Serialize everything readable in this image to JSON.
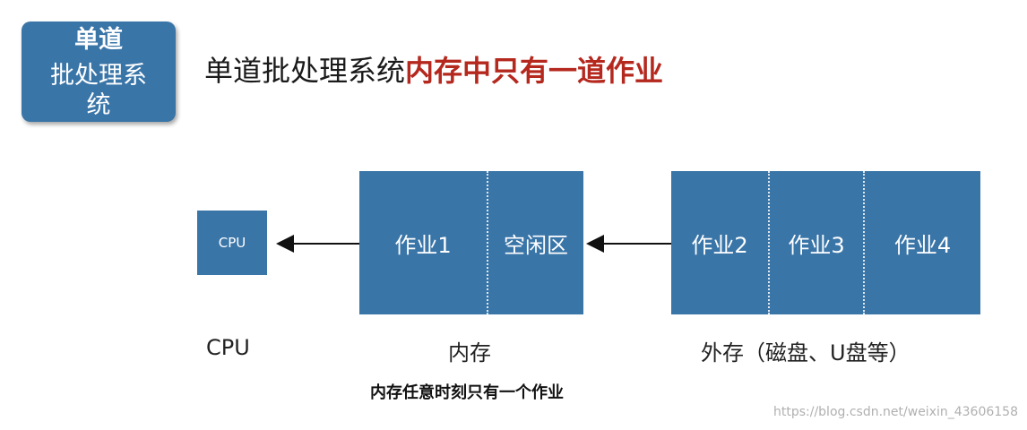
{
  "badge": {
    "line1": "单道",
    "line2a": "批处理系",
    "line2b": "统"
  },
  "heading": {
    "prefix": "单道批处理系统",
    "highlight": "内存中只有一道作业"
  },
  "diagram": {
    "cpu_box_label": "CPU",
    "memory_cells": [
      "作业1",
      "空闲区"
    ],
    "external_cells": [
      "作业2",
      "作业3",
      "作业4"
    ],
    "labels": {
      "cpu": "CPU",
      "memory": "内存",
      "external": "外存（磁盘、U盘等）"
    },
    "caption": "内存任意时刻只有一个作业"
  },
  "watermark": "https://blog.csdn.net/weixin_43606158",
  "colors": {
    "box": "#3a75a8",
    "highlight": "#b4281e"
  }
}
